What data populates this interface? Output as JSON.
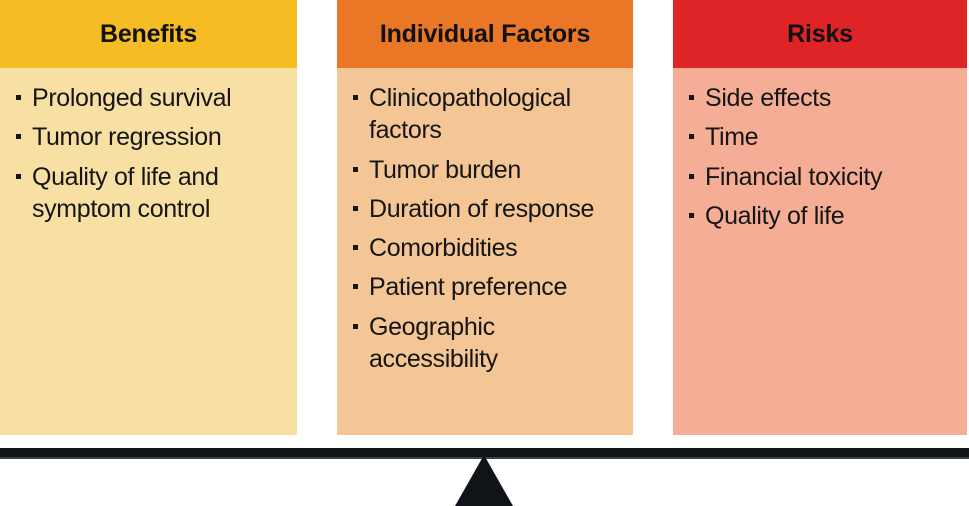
{
  "figure": {
    "name": "benefits-risks-balance-scale",
    "background": "#ffffff",
    "beam_color": "#101418",
    "fulcrum_color": "#101418"
  },
  "columns": [
    {
      "id": "benefits",
      "title": "Benefits",
      "header_color": "#F5BC24",
      "body_color": "#F8DFA4",
      "items": [
        "Prolonged survival",
        "Tumor regression",
        "Quality of life and symptom control"
      ]
    },
    {
      "id": "individual-factors",
      "title": "Individual Factors",
      "header_color": "#E97725",
      "body_color": "#F5C695",
      "items": [
        "Clinicopathological factors",
        "Tumor burden",
        "Duration of response",
        "Comorbidities",
        "Patient preference",
        "Geographic accessibility"
      ]
    },
    {
      "id": "risks",
      "title": "Risks",
      "header_color": "#DE2427",
      "body_color": "#F5AE95",
      "items": [
        "Side effects",
        "Time",
        "Financial toxicity",
        "Quality of life"
      ]
    }
  ]
}
